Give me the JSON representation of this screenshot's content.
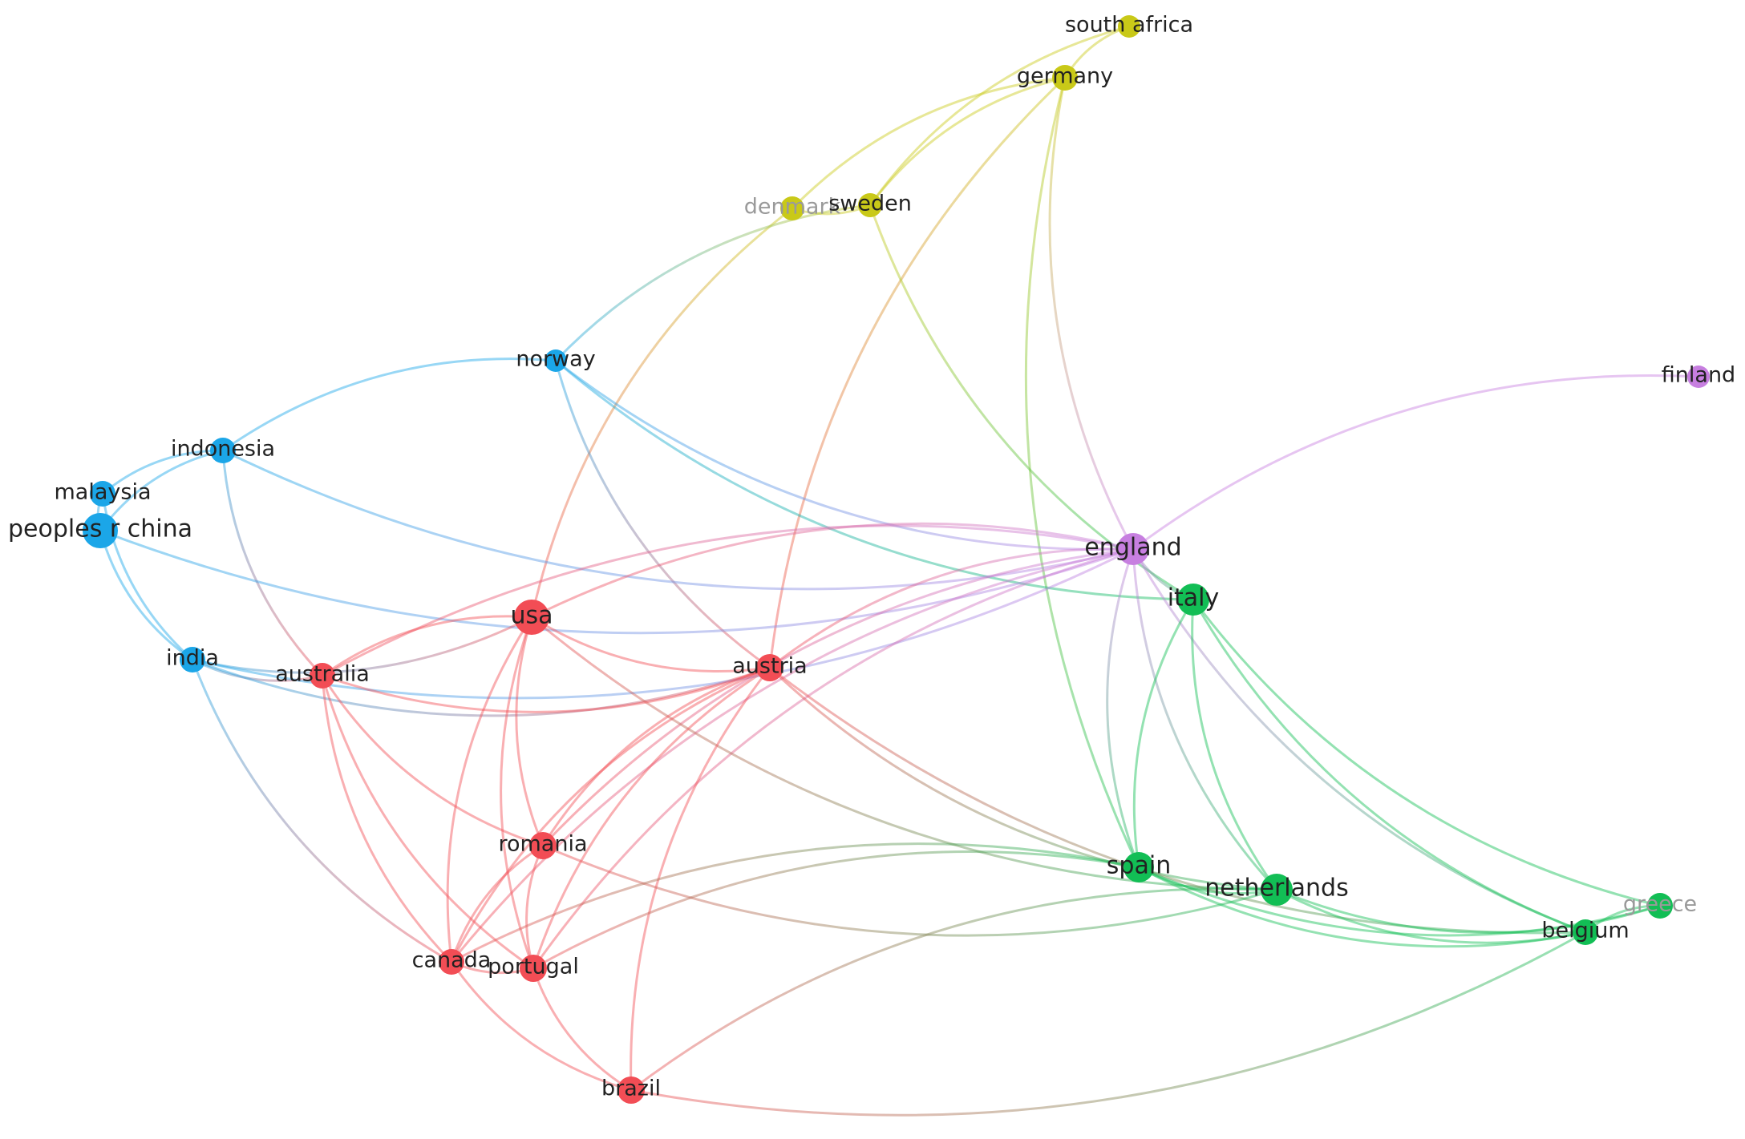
{
  "network": {
    "clusters": {
      "red": "#f24d55",
      "blue": "#1ba6e8",
      "green": "#12be55",
      "yellow": "#c9c918",
      "purple": "#c77fe0"
    },
    "nodes": [
      {
        "id": "south_africa",
        "label": "south africa",
        "cluster": "yellow"
      },
      {
        "id": "germany",
        "label": "germany",
        "cluster": "yellow"
      },
      {
        "id": "denmark",
        "label": "denmark",
        "cluster": "yellow"
      },
      {
        "id": "sweden",
        "label": "sweden",
        "cluster": "yellow"
      },
      {
        "id": "norway",
        "label": "norway",
        "cluster": "blue"
      },
      {
        "id": "finland",
        "label": "finland",
        "cluster": "purple"
      },
      {
        "id": "indonesia",
        "label": "indonesia",
        "cluster": "blue"
      },
      {
        "id": "malaysia",
        "label": "malaysia",
        "cluster": "blue"
      },
      {
        "id": "peoples_r_china",
        "label": "peoples r china",
        "cluster": "blue"
      },
      {
        "id": "england",
        "label": "england",
        "cluster": "purple"
      },
      {
        "id": "italy",
        "label": "italy",
        "cluster": "green"
      },
      {
        "id": "usa",
        "label": "usa",
        "cluster": "red"
      },
      {
        "id": "india",
        "label": "india",
        "cluster": "blue"
      },
      {
        "id": "australia",
        "label": "australia",
        "cluster": "red"
      },
      {
        "id": "austria",
        "label": "austria",
        "cluster": "red"
      },
      {
        "id": "romania",
        "label": "romania",
        "cluster": "red"
      },
      {
        "id": "spain",
        "label": "spain",
        "cluster": "green"
      },
      {
        "id": "netherlands",
        "label": "netherlands",
        "cluster": "green"
      },
      {
        "id": "greece",
        "label": "greece",
        "cluster": "green"
      },
      {
        "id": "belgium",
        "label": "belgium",
        "cluster": "green"
      },
      {
        "id": "canada",
        "label": "canada",
        "cluster": "red"
      },
      {
        "id": "portugal",
        "label": "portugal",
        "cluster": "red"
      },
      {
        "id": "brazil",
        "label": "brazil",
        "cluster": "red"
      }
    ],
    "links": [
      [
        "south_africa",
        "germany"
      ],
      [
        "south_africa",
        "sweden"
      ],
      [
        "germany",
        "denmark"
      ],
      [
        "germany",
        "sweden"
      ],
      [
        "germany",
        "england"
      ],
      [
        "germany",
        "austria"
      ],
      [
        "germany",
        "spain"
      ],
      [
        "denmark",
        "sweden"
      ],
      [
        "denmark",
        "usa"
      ],
      [
        "sweden",
        "norway"
      ],
      [
        "sweden",
        "italy"
      ],
      [
        "norway",
        "indonesia"
      ],
      [
        "norway",
        "england"
      ],
      [
        "norway",
        "italy"
      ],
      [
        "norway",
        "austria"
      ],
      [
        "indonesia",
        "malaysia"
      ],
      [
        "indonesia",
        "peoples_r_china"
      ],
      [
        "indonesia",
        "australia"
      ],
      [
        "indonesia",
        "england"
      ],
      [
        "malaysia",
        "peoples_r_china"
      ],
      [
        "malaysia",
        "india"
      ],
      [
        "peoples_r_china",
        "india"
      ],
      [
        "peoples_r_china",
        "england"
      ],
      [
        "india",
        "usa"
      ],
      [
        "india",
        "australia"
      ],
      [
        "india",
        "austria"
      ],
      [
        "india",
        "canada"
      ],
      [
        "india",
        "england"
      ],
      [
        "finland",
        "england"
      ],
      [
        "england",
        "italy"
      ],
      [
        "england",
        "usa"
      ],
      [
        "england",
        "australia"
      ],
      [
        "england",
        "austria"
      ],
      [
        "england",
        "romania"
      ],
      [
        "england",
        "spain"
      ],
      [
        "england",
        "netherlands"
      ],
      [
        "england",
        "belgium"
      ],
      [
        "england",
        "canada"
      ],
      [
        "england",
        "portugal"
      ],
      [
        "italy",
        "spain"
      ],
      [
        "italy",
        "netherlands"
      ],
      [
        "italy",
        "belgium"
      ],
      [
        "italy",
        "greece"
      ],
      [
        "usa",
        "australia"
      ],
      [
        "usa",
        "austria"
      ],
      [
        "usa",
        "romania"
      ],
      [
        "usa",
        "canada"
      ],
      [
        "usa",
        "portugal"
      ],
      [
        "usa",
        "netherlands"
      ],
      [
        "australia",
        "austria"
      ],
      [
        "australia",
        "romania"
      ],
      [
        "australia",
        "canada"
      ],
      [
        "australia",
        "portugal"
      ],
      [
        "austria",
        "romania"
      ],
      [
        "austria",
        "canada"
      ],
      [
        "austria",
        "portugal"
      ],
      [
        "austria",
        "brazil"
      ],
      [
        "austria",
        "netherlands"
      ],
      [
        "austria",
        "belgium"
      ],
      [
        "romania",
        "canada"
      ],
      [
        "romania",
        "portugal"
      ],
      [
        "romania",
        "netherlands"
      ],
      [
        "spain",
        "netherlands"
      ],
      [
        "spain",
        "belgium"
      ],
      [
        "spain",
        "greece"
      ],
      [
        "spain",
        "portugal"
      ],
      [
        "spain",
        "canada"
      ],
      [
        "netherlands",
        "belgium"
      ],
      [
        "netherlands",
        "greece"
      ],
      [
        "netherlands",
        "brazil"
      ],
      [
        "greece",
        "belgium"
      ],
      [
        "canada",
        "portugal"
      ],
      [
        "canada",
        "brazil"
      ],
      [
        "portugal",
        "brazil"
      ],
      [
        "brazil",
        "belgium"
      ]
    ]
  }
}
